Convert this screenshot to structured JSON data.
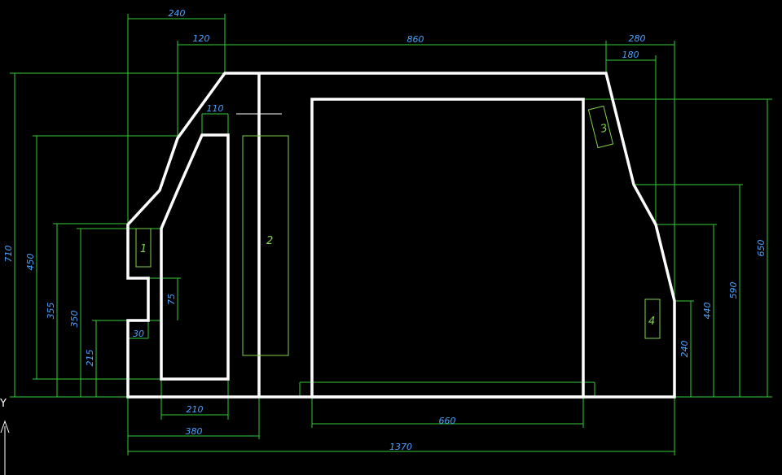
{
  "colors": {
    "background": "#000000",
    "outline": "#ffffff",
    "dimension_line": "#33cc33",
    "dimension_text": "#4aa3ff",
    "region_box": "#7fd24a",
    "region_label": "#7fd24a"
  },
  "dimensions": {
    "d240_top": "240",
    "d120": "120",
    "d860": "860",
    "d280": "280",
    "d180": "180",
    "d110": "110",
    "d710": "710",
    "d450": "450",
    "d355": "355",
    "d350": "350",
    "d215": "215",
    "d75": "75",
    "d30": "30",
    "d210": "210",
    "d380": "380",
    "d660": "660",
    "d1370": "1370",
    "d650": "650",
    "d590": "590",
    "d440": "440",
    "d240_right": "240"
  },
  "regions": {
    "r1": "1",
    "r2": "2",
    "r3": "3",
    "r4": "4"
  },
  "ucs": {
    "axis_label": "Y"
  }
}
